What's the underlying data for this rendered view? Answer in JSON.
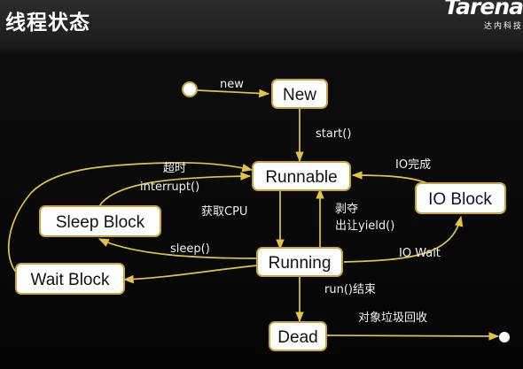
{
  "title": "线程状态",
  "logo": {
    "brand": "Tarena",
    "subtitle": "达内科技"
  },
  "diagram": {
    "states": {
      "new": "New",
      "runnable": "Runnable",
      "io_block": "IO Block",
      "sleep_block": "Sleep Block",
      "running": "Running",
      "wait_block": "Wait Block",
      "dead": "Dead"
    },
    "labels": {
      "new": "new",
      "start": "start()",
      "io_complete": "IO完成",
      "timeout": "超时",
      "interrupt": "interrupt()",
      "get_cpu": "获取CPU",
      "preempt": "剥夺",
      "yield": "出让yield()",
      "sleep": "sleep()",
      "io_wait": "IO Wait",
      "run_end": "run()结束",
      "gc": "对象垃圾回收"
    },
    "colors": {
      "arrow": "#e0c541",
      "node_border": "#c9a436",
      "node_fill": "#ffffff",
      "background": "#050505",
      "label_text": "#f2f2f2"
    }
  }
}
